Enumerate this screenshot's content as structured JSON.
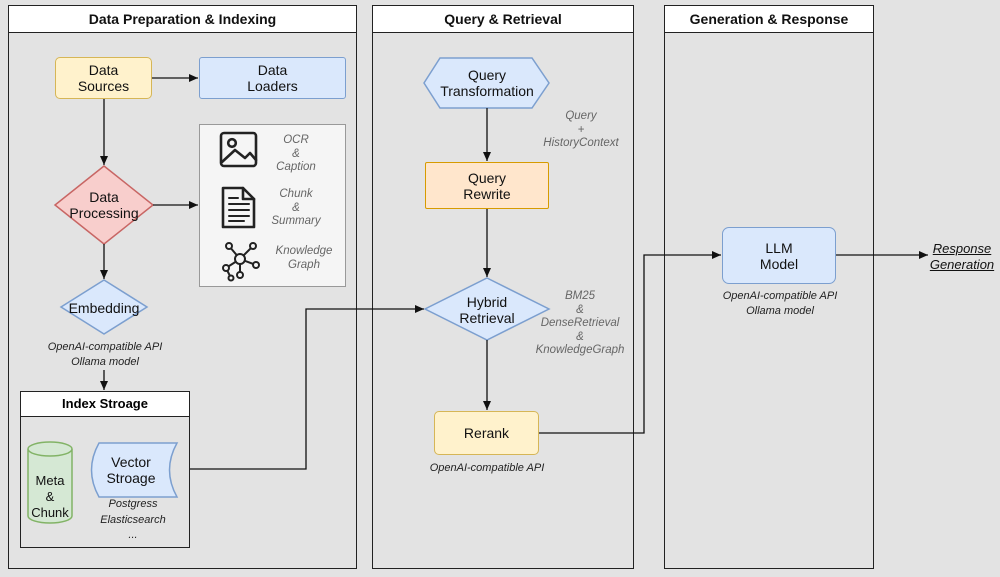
{
  "panels": {
    "prep": {
      "title": "Data Preparation & Indexing"
    },
    "query": {
      "title": "Query & Retrieval"
    },
    "gen": {
      "title": "Generation & Response"
    }
  },
  "prep": {
    "data_sources": "Data\nSources",
    "data_loaders": "Data\nLoaders",
    "data_processing": "Data\nProcessing",
    "processing_items": [
      {
        "icon": "image-icon",
        "label": "OCR\n&\nCaption"
      },
      {
        "icon": "document-icon",
        "label": "Chunk\n&\nSummary"
      },
      {
        "icon": "network-graph-icon",
        "label": "Knowledge\nGraph"
      }
    ],
    "embedding": "Embedding",
    "embedding_note": "OpenAI-compatible API\nOllama model",
    "index_storage": {
      "title": "Index Stroage",
      "meta_chunk": "Meta\n&\nChunk",
      "vector_storage": "Vector\nStroage",
      "vector_note": "Postgress\nElasticsearch\n..."
    }
  },
  "query": {
    "transformation": "Query\nTransformation",
    "context_note": "Query\n+\nHistoryContext",
    "rewrite": "Query\nRewrite",
    "hybrid": "Hybrid\nRetrieval",
    "hybrid_note": "BM25\n&\nDenseRetrieval\n&\nKnowledgeGraph",
    "rerank": "Rerank",
    "rerank_note": "OpenAI-compatible API"
  },
  "gen": {
    "llm": "LLM\nModel",
    "llm_note": "OpenAI-compatible API\nOllama model",
    "response": "Response\nGeneration"
  },
  "colors": {
    "yellow_fill": "#fff2cc",
    "yellow_stroke": "#d6b656",
    "blue_fill": "#dae8fc",
    "blue_stroke": "#7c9fcf",
    "red_fill": "#f8cecc",
    "red_stroke": "#c86664",
    "orange_fill": "#ffe6cc",
    "orange_stroke": "#d79b00",
    "green_fill": "#d5e8d4",
    "green_stroke": "#82b366"
  }
}
